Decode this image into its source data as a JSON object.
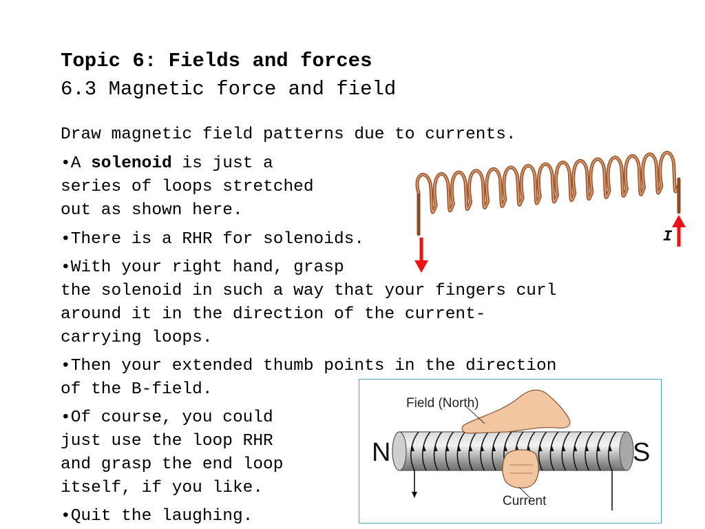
{
  "slide": {
    "title": "Topic 6: Fields and forces",
    "subtitle": "6.3 Magnetic force and field",
    "intro": "Draw magnetic field patterns due to currents.",
    "bullet_char": "•",
    "b1": {
      "pre": "A ",
      "bold": "solenoid",
      "line1_rest": " is just a",
      "line2": "series of loops stretched",
      "line3": "out as shown here."
    },
    "b2": "There is a RHR for solenoids.",
    "b3": {
      "line1": "With your right hand, grasp",
      "line2": "the solenoid in such a way that your fingers curl",
      "line3": "around it in the direction of the current-",
      "line4": "carrying loops."
    },
    "b4": {
      "line1": "Then your extended thumb points in the direction",
      "line2": "of the B-field."
    },
    "b5": {
      "line1": "Of course, you could",
      "line2": "just use the loop RHR",
      "line3": "and grasp the end loop",
      "line4": "itself, if you like."
    },
    "b6": "Quit the laughing."
  },
  "coil_figure": {
    "current_label": "I",
    "arrow_color": "#ee1111",
    "wire_color": "#b5683a"
  },
  "hand_figure": {
    "field_label": "Field (North)",
    "current_label": "Current",
    "north_pole": "N",
    "south_pole": "S",
    "border_color": "#4aa3b8"
  }
}
